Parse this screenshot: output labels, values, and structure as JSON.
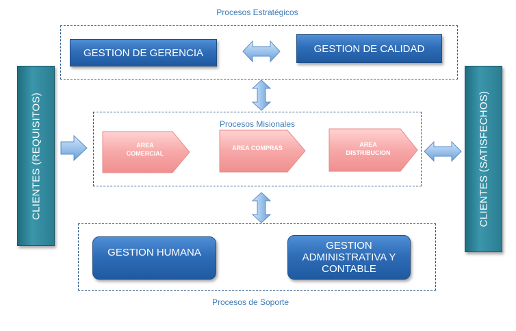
{
  "strategic": {
    "label": "Procesos Estratégicos",
    "box1": "GESTION DE GERENCIA",
    "box2": "GESTION DE CALIDAD"
  },
  "missional": {
    "label": "Procesos Misionales",
    "area1_line1": "AREA",
    "area1_line2": "COMERCIAL",
    "area2": "AREA COMPRAS",
    "area3_line1": "AREA",
    "area3_line2": "DISTRIBUCION"
  },
  "support": {
    "label": "Procesos  de Soporte",
    "box1": "GESTION HUMANA",
    "box2_line1": "GESTION",
    "box2_line2": "ADMINISTRATIVA Y",
    "box2_line3": "CONTABLE"
  },
  "left_bar": "CLIENTES (REQUISITOS)",
  "right_bar": "CLIENTES (SATISFECHOS)",
  "colors": {
    "blue_box": "#2f6db8",
    "teal_bar": "#2b7d91",
    "chevron": "#f4a5a5",
    "arrow": "#8fb8e6",
    "dashed_border": "#2e5b8a"
  }
}
